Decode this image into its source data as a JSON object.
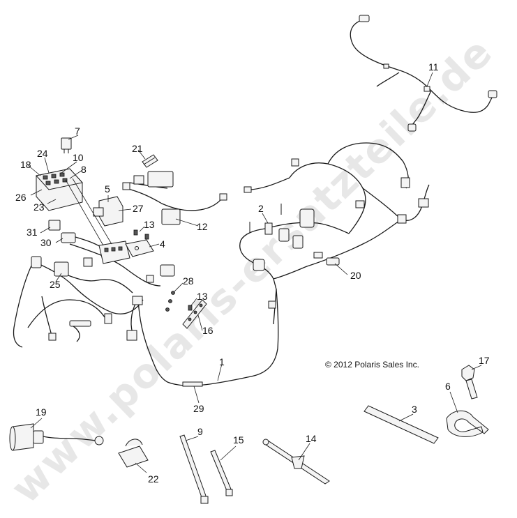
{
  "watermark": "www.polaris-ersatzteile.de",
  "copyright": "© 2012 Polaris Sales Inc.",
  "callouts": {
    "c1": "1",
    "c2": "2",
    "c3": "3",
    "c4": "4",
    "c5": "5",
    "c6": "6",
    "c7": "7",
    "c8": "8",
    "c9": "9",
    "c10": "10",
    "c11": "11",
    "c12": "12",
    "c13a": "13",
    "c13b": "13",
    "c14": "14",
    "c15": "15",
    "c16": "16",
    "c17": "17",
    "c18": "18",
    "c19": "19",
    "c20": "20",
    "c21": "21",
    "c22": "22",
    "c23": "23",
    "c24": "24",
    "c25": "25",
    "c26": "26",
    "c27": "27",
    "c28": "28",
    "c29": "29",
    "c30": "30",
    "c31": "31"
  }
}
